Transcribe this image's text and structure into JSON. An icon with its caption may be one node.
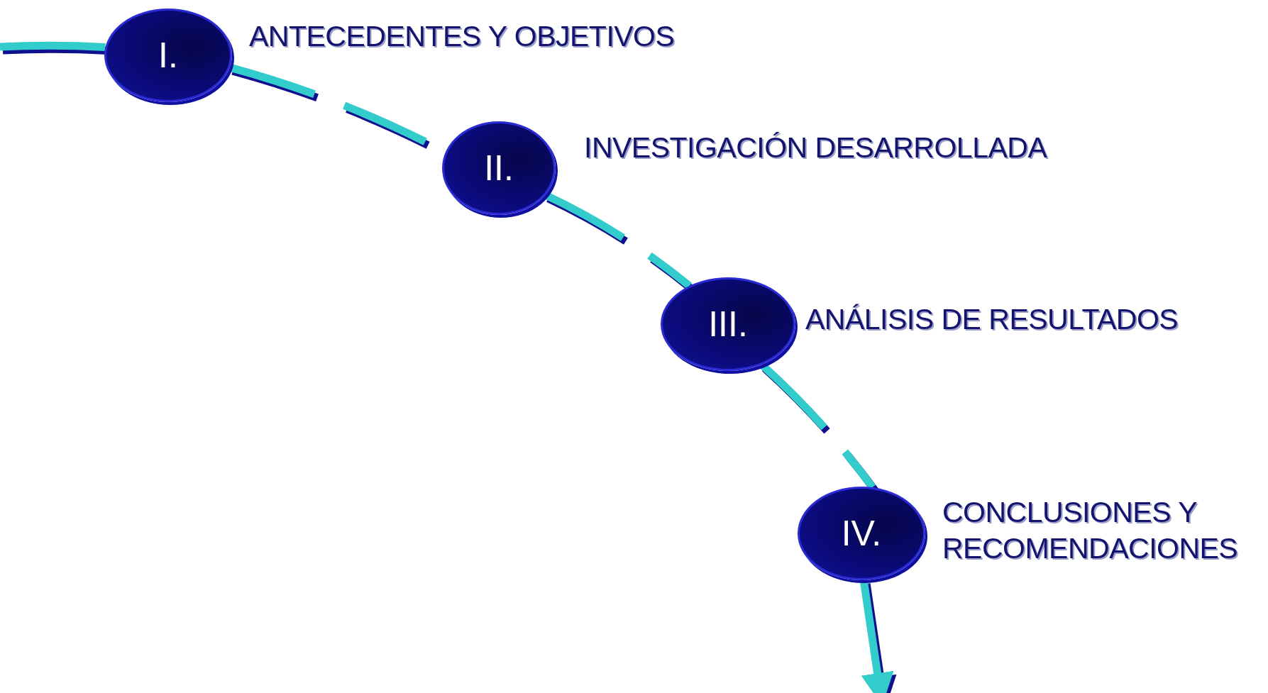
{
  "diagram": {
    "nodes": [
      {
        "text": [
          "I."
        ],
        "beside": [
          "ANTECEDENTES Y OBJETIVOS"
        ]
      },
      {
        "text": [
          "II."
        ],
        "beside": [
          "INVESTIGACIÓN DESARROLLADA"
        ]
      },
      {
        "text": [
          "III."
        ],
        "beside": [
          "ANÁLISIS DE RESULTADOS"
        ]
      },
      {
        "text": [
          "IV."
        ],
        "beside": [
          "CONCLUSIONES Y RECOMENDACIONES"
        ]
      }
    ],
    "edges": [
      {
        "from": null,
        "to": 0,
        "arrow": "none"
      },
      {
        "from": 0,
        "to": 1,
        "arrow": "none",
        "style": "dashed"
      },
      {
        "from": 1,
        "to": 2,
        "arrow": "none",
        "style": "dashed"
      },
      {
        "from": 2,
        "to": 3,
        "arrow": "none",
        "style": "dashed"
      },
      {
        "from": 3,
        "to": null,
        "arrow": "to"
      }
    ]
  }
}
